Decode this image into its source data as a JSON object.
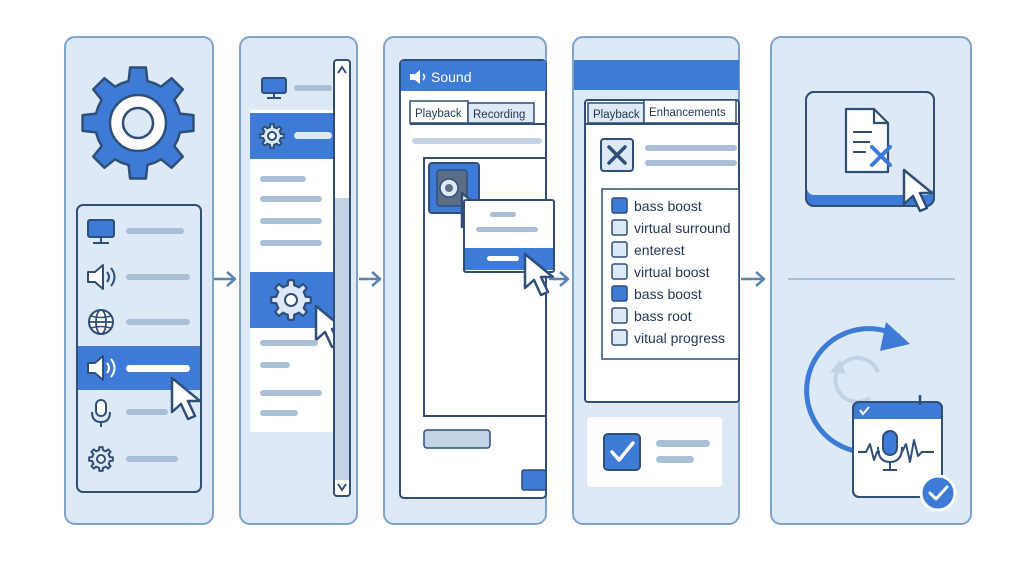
{
  "colors": {
    "panel_bg": "#dde9f6",
    "panel_border": "#7fa3cf",
    "accent": "#3d7bd6",
    "dark": "#2f4f78",
    "line": "#a9bfd8",
    "white": "#ffffff"
  },
  "panels": [
    {
      "name": "step-1-settings",
      "icons": [
        "gear-icon",
        "monitor-icon",
        "speaker-icon",
        "globe-icon",
        "speaker-icon",
        "microphone-icon",
        "gear-icon"
      ]
    },
    {
      "name": "step-2-settings-scroll",
      "icons": [
        "monitor-icon",
        "gear-icon",
        "gear-icon"
      ]
    },
    {
      "name": "step-3-sound-dialog",
      "window_title": "Sound",
      "tabs": [
        "Playback",
        "Recording"
      ],
      "icons": [
        "speaker-icon",
        "speaker-device-icon"
      ]
    },
    {
      "name": "step-4-enhancements",
      "tabs": [
        "Playback",
        "Enhancements"
      ],
      "options": [
        {
          "label": "bass boost",
          "checked": true
        },
        {
          "label": "virtual surround",
          "checked": false
        },
        {
          "label": "enterest",
          "checked": false
        },
        {
          "label": "virtual boost",
          "checked": false
        },
        {
          "label": "bass boost",
          "checked": true
        },
        {
          "label": "bass root",
          "checked": false
        },
        {
          "label": "vitual progress",
          "checked": false
        }
      ],
      "icons": [
        "close-icon",
        "checkmark-icon"
      ]
    },
    {
      "name": "step-5-restart",
      "icons": [
        "document-delete-icon",
        "refresh-icon",
        "microphone-icon",
        "checkmark-icon"
      ]
    }
  ]
}
